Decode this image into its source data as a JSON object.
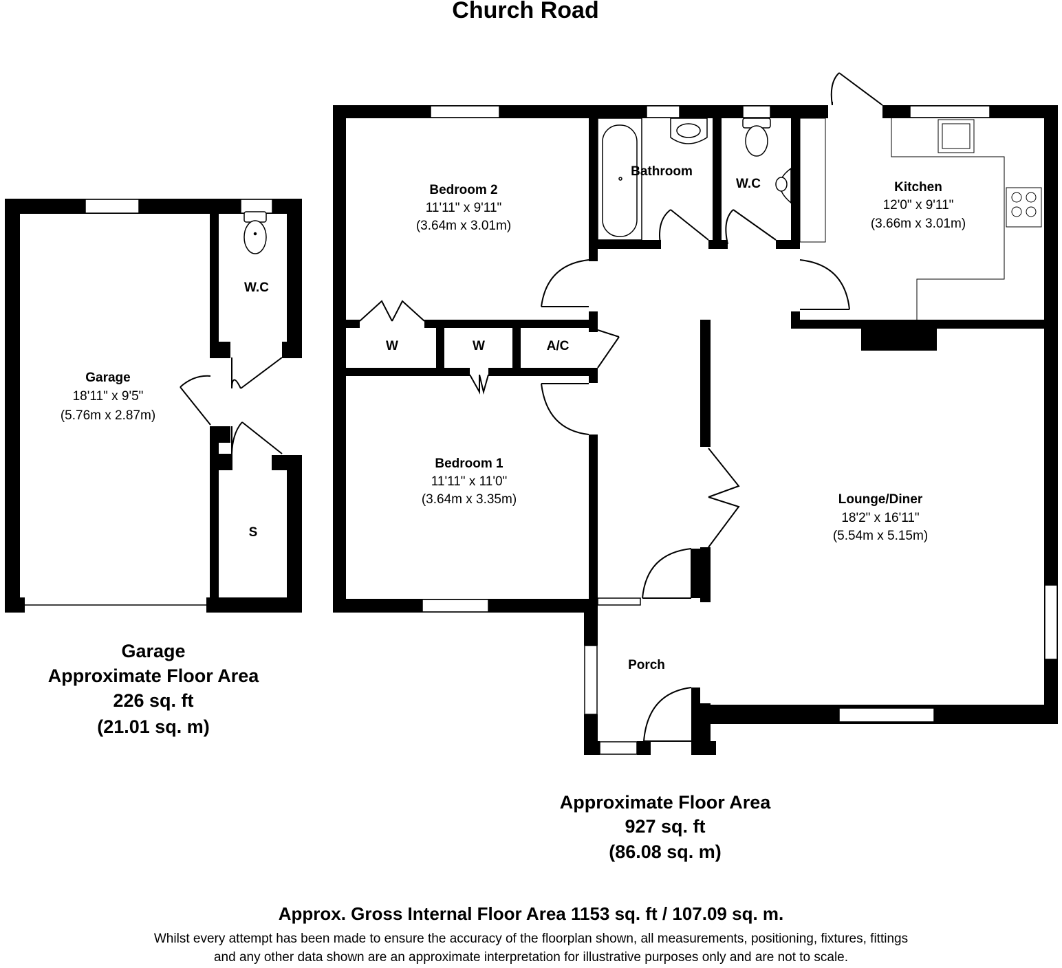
{
  "title": "Church Road",
  "rooms": {
    "garage": {
      "name": "Garage",
      "imperial": "18'11\" x 9'5\"",
      "metric": "(5.76m x 2.87m)"
    },
    "garage_wc": {
      "name": "W.C"
    },
    "garage_store": {
      "name": "S"
    },
    "bedroom2": {
      "name": "Bedroom 2",
      "imperial": "11'11\" x 9'11\"",
      "metric": "(3.64m x 3.01m)"
    },
    "bathroom": {
      "name": "Bathroom"
    },
    "wc": {
      "name": "W.C"
    },
    "kitchen": {
      "name": "Kitchen",
      "imperial": "12'0\" x 9'11\"",
      "metric": "(3.66m x 3.01m)"
    },
    "wardrobe1": {
      "name": "W"
    },
    "wardrobe2": {
      "name": "W"
    },
    "airing_cupboard": {
      "name": "A/C"
    },
    "bedroom1": {
      "name": "Bedroom 1",
      "imperial": "11'11\" x 11'0\"",
      "metric": "(3.64m x 3.35m)"
    },
    "lounge": {
      "name": "Lounge/Diner",
      "imperial": "18'2\" x 16'11\"",
      "metric": "(5.54m x 5.15m)"
    },
    "porch": {
      "name": "Porch"
    }
  },
  "garage_area": {
    "label1": "Garage",
    "label2": "Approximate Floor Area",
    "sqft": "226 sq. ft",
    "sqm": "(21.01 sq. m)"
  },
  "main_area": {
    "label": "Approximate Floor Area",
    "sqft": "927 sq. ft",
    "sqm": "(86.08 sq. m)"
  },
  "gross": "Approx. Gross Internal Floor Area 1153 sq. ft / 107.09 sq. m.",
  "disclaimer1": "Whilst every attempt has been made to ensure the accuracy of the floorplan shown, all measurements, positioning, fixtures, fittings",
  "disclaimer2": "and any other data shown are an approximate interpretation for illustrative purposes only and are not to scale."
}
